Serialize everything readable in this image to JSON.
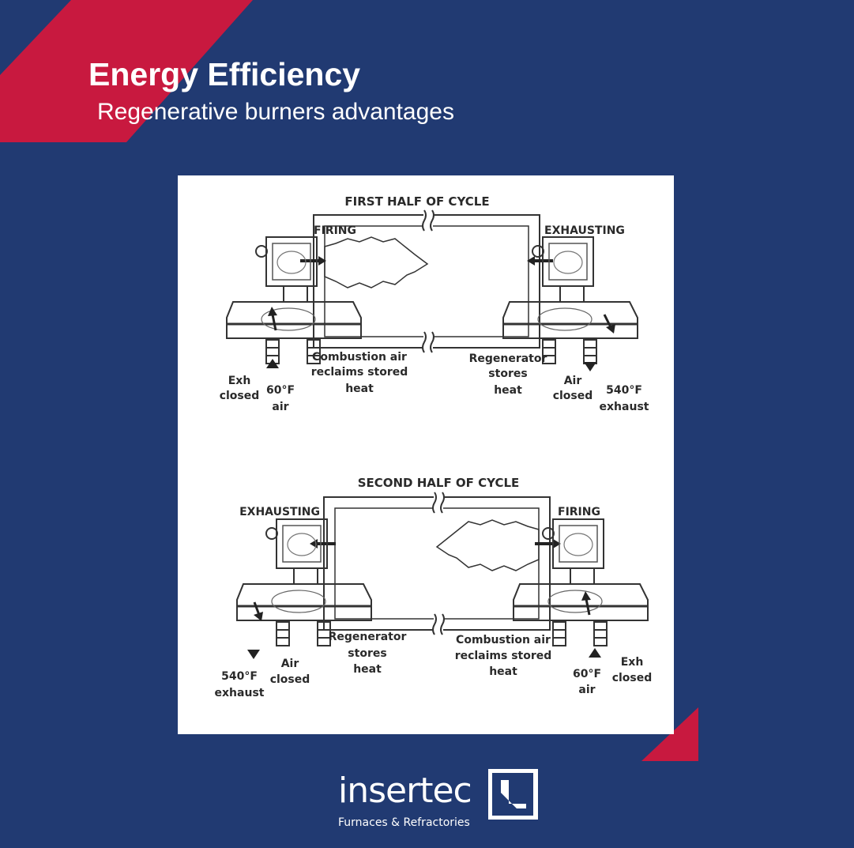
{
  "header": {
    "title": "Energy Efficiency",
    "subtitle": "Regenerative burners advantages"
  },
  "diagram": {
    "first_half": {
      "title": "FIRST HALF OF CYCLE",
      "left_label": "FIRING",
      "right_label": "EXHAUSTING",
      "left_note": [
        "Combustion air",
        "reclaims stored",
        "heat"
      ],
      "right_note": [
        "Regenerator",
        "stores",
        "heat"
      ],
      "left_port_a": [
        "Exh",
        "closed"
      ],
      "left_port_b": [
        "60°F",
        "air"
      ],
      "right_port_a": [
        "Air",
        "closed"
      ],
      "right_port_b": [
        "540°F",
        "exhaust"
      ]
    },
    "second_half": {
      "title": "SECOND HALF OF CYCLE",
      "left_label": "EXHAUSTING",
      "right_label": "FIRING",
      "left_note": [
        "Regenerator",
        "stores",
        "heat"
      ],
      "right_note": [
        "Combustion air",
        "reclaims stored",
        "heat"
      ],
      "left_port_a": [
        "540°F",
        "exhaust"
      ],
      "left_port_b": [
        "Air",
        "closed"
      ],
      "right_port_a": [
        "60°F",
        "air"
      ],
      "right_port_b": [
        "Exh",
        "closed"
      ]
    }
  },
  "footer": {
    "brand": "insertec",
    "tagline": "Furnaces & Refractories"
  },
  "colors": {
    "background": "#213a72",
    "accent": "#c8193f",
    "panel": "#ffffff"
  }
}
